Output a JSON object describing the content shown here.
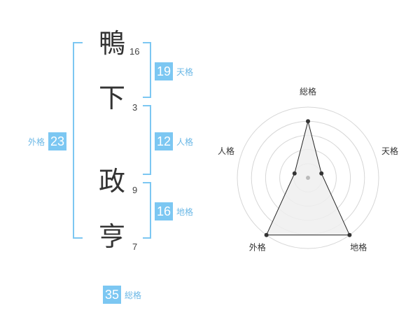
{
  "name": {
    "characters": [
      {
        "char": "鴨",
        "strokes": "16"
      },
      {
        "char": "下",
        "strokes": "3"
      },
      {
        "char": "政",
        "strokes": "9"
      },
      {
        "char": "亨",
        "strokes": "7"
      }
    ]
  },
  "fortune": {
    "tenkaku": {
      "value": "19",
      "label": "天格"
    },
    "jinkaku": {
      "value": "12",
      "label": "人格"
    },
    "chikaku": {
      "value": "16",
      "label": "地格"
    },
    "gaikaku": {
      "value": "23",
      "label": "外格"
    },
    "soukaku": {
      "value": "35",
      "label": "総格"
    }
  },
  "chart_data": {
    "type": "radar",
    "axes": [
      "総格",
      "天格",
      "地格",
      "外格",
      "人格"
    ],
    "values": [
      4,
      1,
      5,
      5,
      1
    ],
    "rmax": 5,
    "rings": 5,
    "colors": {
      "grid": "#d6d6d6",
      "fill": "#eeeeee",
      "line": "#222222",
      "point": "#333333",
      "center": "#bbbbbb"
    }
  }
}
